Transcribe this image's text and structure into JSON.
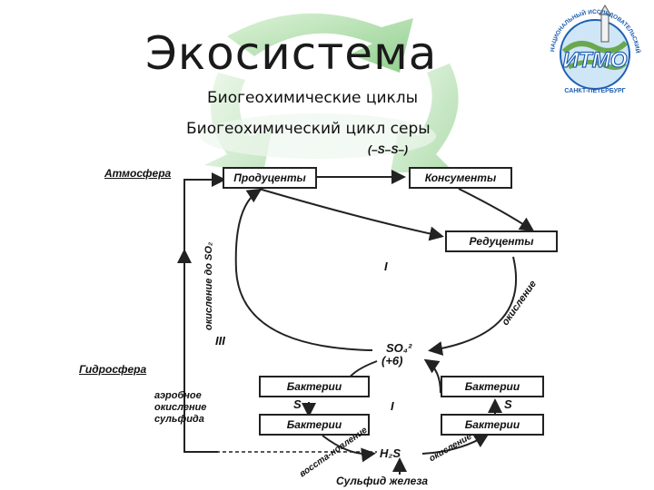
{
  "slide": {
    "title": "Экосистема",
    "subtitle_1": "Биогеохимические циклы",
    "subtitle_2": "Биогеохимический цикл серы"
  },
  "logo": {
    "ring_text": "НАЦИОНАЛЬНЫЙ ИССЛЕДОВАТЕЛЬСКИЙ УНИВЕРСИТЕТ",
    "name": "ИТМО",
    "city": "САНКТ-ПЕТЕРБУРГ"
  },
  "diagram": {
    "formula_top": "(–S–S–)",
    "atmosphere": "Атмосфера",
    "producers": "Продуценты",
    "consumers": "Консументы",
    "reducers": "Редуценты",
    "oxidation_to_so2": "окисление до SO₂",
    "oxidation": "окисление",
    "roman_1": "I",
    "roman_3": "III",
    "so4": "SO₄²",
    "so4_charge": "(+6)",
    "hydrosphere": "Гидросфера",
    "aerobic_1": "аэробное",
    "aerobic_2": "окисление",
    "aerobic_3": "сульфида",
    "bacteria_tl": "Бактерии",
    "bacteria_tr": "Бактерии",
    "bacteria_bl": "Бактерии",
    "bacteria_br": "Бактерии",
    "s_left": "S",
    "s_right": "S",
    "roman_1_lower": "I",
    "reduction": "восста-новление",
    "oxidation_lower": "окисление",
    "h2s": "H₂S",
    "iron_sulfide": "Сульфид железа"
  },
  "colors": {
    "recycle_green": "#7ec77a",
    "logo_blue": "#1f5fb0",
    "ink": "#111111"
  }
}
